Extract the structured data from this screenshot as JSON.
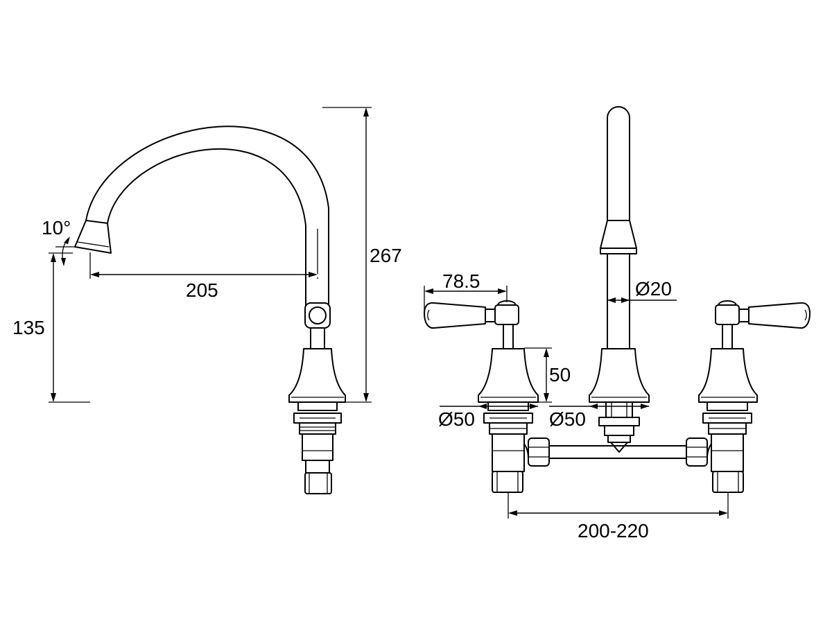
{
  "side_view": {
    "dims": {
      "spout_angle": "10°",
      "spout_reach": "205",
      "spout_outlet_height": "135",
      "overall_height": "267"
    }
  },
  "front_view": {
    "dims": {
      "handle_reach": "78.5",
      "spout_diameter": "Ø20",
      "base_height": "50",
      "handle_base_diameter": "Ø50",
      "spout_base_diameter": "Ø50",
      "valve_centres": "200-220"
    }
  },
  "colors": {
    "line": "#000000",
    "background": "#ffffff"
  }
}
